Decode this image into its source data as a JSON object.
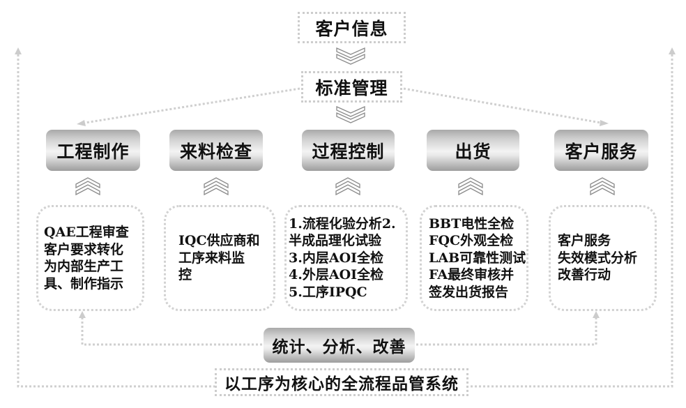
{
  "top": {
    "customer_info": "客户信息",
    "standard_management": "标准管理"
  },
  "stages": [
    {
      "title": "工程制作",
      "details": [
        "QAE工程审查",
        "客户要求转化",
        "为内部生产工",
        "具、制作指示"
      ]
    },
    {
      "title": "来料检查",
      "details": [
        "IQC供应商和",
        "工序来料监",
        "控"
      ]
    },
    {
      "title": "过程控制",
      "details": [
        "1.流程化验分析2.",
        "半成品理化试验",
        "3.内层AOI全检",
        "4.外层AOI全检",
        "5.工序IPQC"
      ]
    },
    {
      "title": "出货",
      "details": [
        "BBT电性全检",
        "FQC外观全检",
        "LAB可靠性测试",
        "FA最终审核并",
        "签发出货报告"
      ]
    },
    {
      "title": "客户服务",
      "details": [
        "客户服务",
        "失效模式分析",
        "改善行动"
      ]
    }
  ],
  "footer": {
    "improvement": "统计、分析、改善",
    "system_title": "以工序为核心的全流程品管系统"
  },
  "colors": {
    "dotted_line": "#cdcdcd",
    "chevron_stroke": "#8a8a8a",
    "text": "#111111"
  }
}
